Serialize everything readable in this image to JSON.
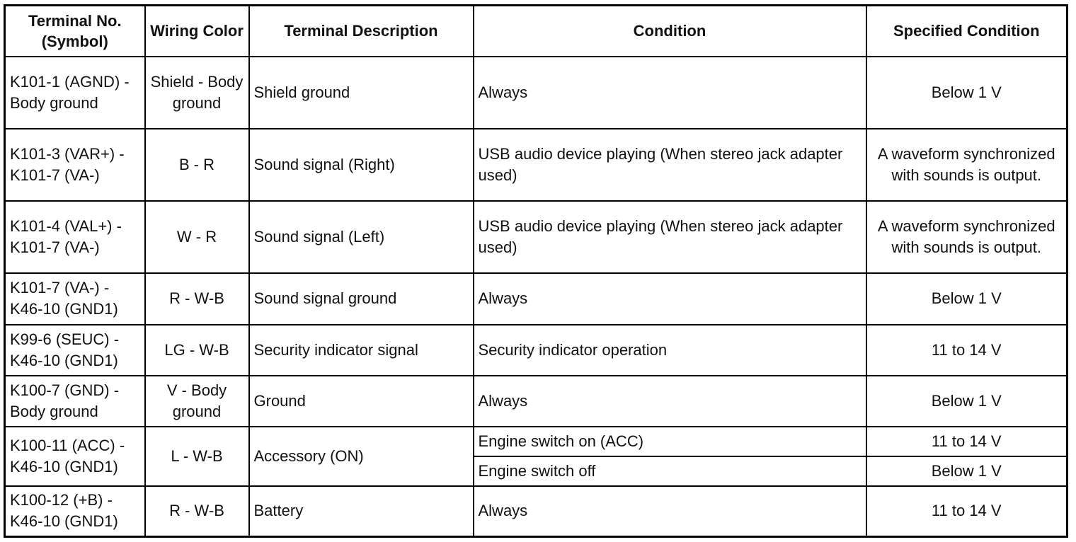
{
  "table": {
    "headers": {
      "terminal": "Terminal No. (Symbol)",
      "wiring": "Wiring Color",
      "description": "Terminal Description",
      "condition": "Condition",
      "specified": "Specified Condition"
    },
    "rows": [
      {
        "terminal": "K101-1 (AGND) - Body ground",
        "wiring": "Shield - Body ground",
        "description": "Shield ground",
        "conditions": [
          {
            "condition": "Always",
            "specified": "Below 1 V"
          }
        ]
      },
      {
        "terminal": "K101-3 (VAR+) - K101-7 (VA-)",
        "wiring": "B - R",
        "description": "Sound signal (Right)",
        "conditions": [
          {
            "condition": "USB audio device playing (When stereo jack adapter used)",
            "specified": "A waveform synchronized with sounds is output."
          }
        ]
      },
      {
        "terminal": "K101-4 (VAL+) - K101-7 (VA-)",
        "wiring": "W - R",
        "description": "Sound signal (Left)",
        "conditions": [
          {
            "condition": "USB audio device playing (When stereo jack adapter used)",
            "specified": "A waveform synchronized with sounds is output."
          }
        ]
      },
      {
        "terminal": "K101-7 (VA-) - K46-10 (GND1)",
        "wiring": "R - W-B",
        "description": "Sound signal ground",
        "conditions": [
          {
            "condition": "Always",
            "specified": "Below 1 V"
          }
        ]
      },
      {
        "terminal": "K99-6 (SEUC) - K46-10 (GND1)",
        "wiring": "LG - W-B",
        "description": "Security indicator signal",
        "conditions": [
          {
            "condition": "Security indicator operation",
            "specified": "11 to 14 V"
          }
        ]
      },
      {
        "terminal": "K100-7 (GND) - Body ground",
        "wiring": "V - Body ground",
        "description": "Ground",
        "conditions": [
          {
            "condition": "Always",
            "specified": "Below 1 V"
          }
        ]
      },
      {
        "terminal": "K100-11 (ACC) - K46-10 (GND1)",
        "wiring": "L - W-B",
        "description": "Accessory (ON)",
        "conditions": [
          {
            "condition": "Engine switch on (ACC)",
            "specified": "11 to 14 V"
          },
          {
            "condition": "Engine switch off",
            "specified": "Below 1 V"
          }
        ]
      },
      {
        "terminal": "K100-12 (+B) - K46-10 (GND1)",
        "wiring": "R - W-B",
        "description": "Battery",
        "conditions": [
          {
            "condition": "Always",
            "specified": "11 to 14 V"
          }
        ]
      }
    ]
  }
}
